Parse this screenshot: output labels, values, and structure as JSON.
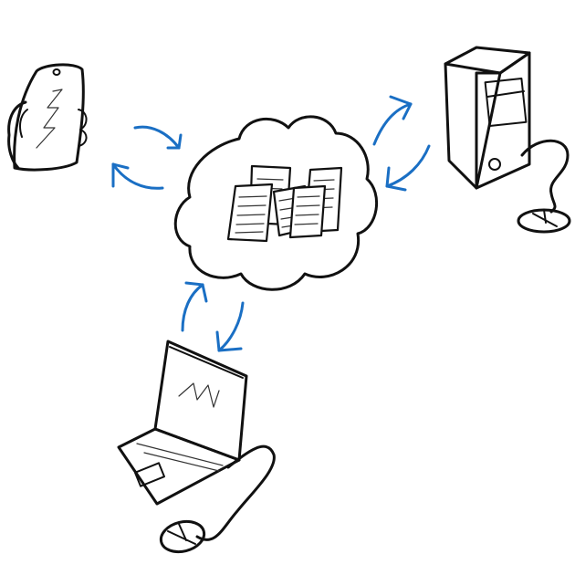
{
  "diagram": {
    "nodes": [
      {
        "id": "cloud",
        "icon": "cloud-documents-icon"
      },
      {
        "id": "phone",
        "icon": "smartphone-in-hand-icon"
      },
      {
        "id": "desktop",
        "icon": "desktop-tower-with-mouse-icon"
      },
      {
        "id": "laptop",
        "icon": "laptop-with-mouse-icon"
      }
    ],
    "connections": [
      {
        "from": "phone",
        "to": "cloud",
        "style": "bidirectional-arrows"
      },
      {
        "from": "desktop",
        "to": "cloud",
        "style": "bidirectional-arrows"
      },
      {
        "from": "laptop",
        "to": "cloud",
        "style": "bidirectional-arrows"
      }
    ]
  },
  "colors": {
    "ink": "#111111",
    "arrow": "#1a6fc4",
    "background": "#ffffff"
  }
}
